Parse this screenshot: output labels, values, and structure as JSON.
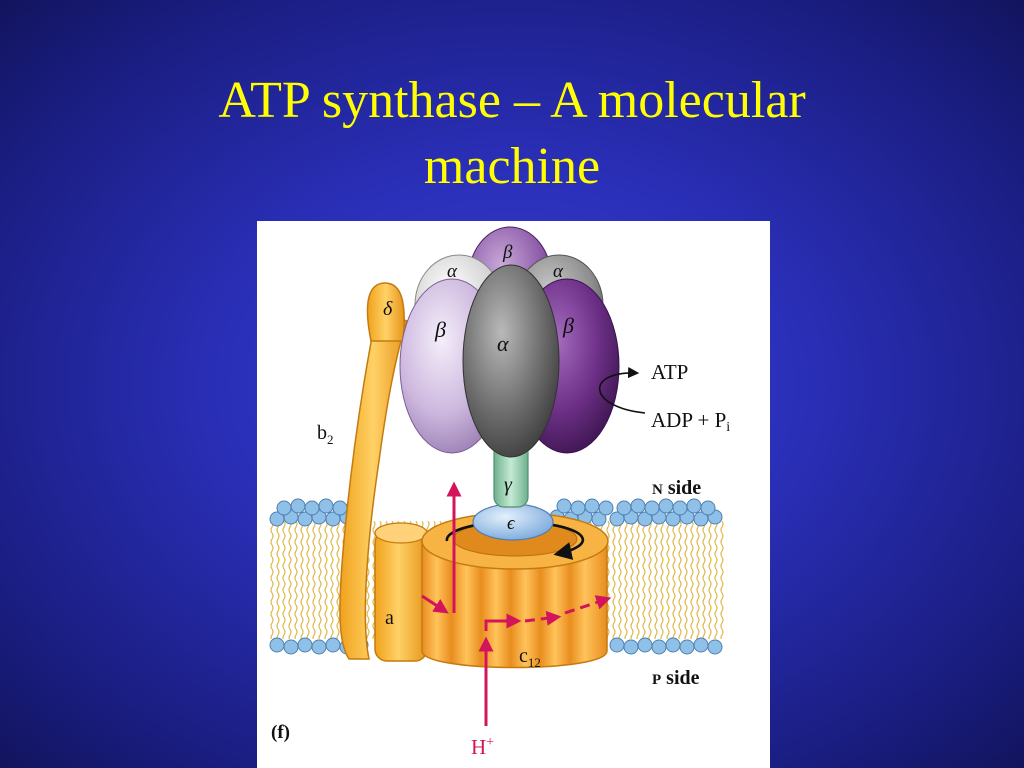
{
  "slide": {
    "title_line1": "ATP synthase – A molecular",
    "title_line2": "machine"
  },
  "figure": {
    "panel_label": "(f)",
    "labels": {
      "beta_top": "β",
      "alpha_left": "α",
      "alpha_right": "α",
      "beta_left": "β",
      "beta_right": "β",
      "alpha_front": "α",
      "delta": "δ",
      "b": "b",
      "b_sub": "2",
      "gamma": "γ",
      "epsilon": "ϵ",
      "a": "a",
      "c": "c",
      "c_sub": "12",
      "atp": "ATP",
      "adp": "ADP + P",
      "adp_sub": "i",
      "n_side_letter": "N",
      "n_side_word": " side",
      "p_side_letter": "P",
      "p_side_word": " side",
      "h_plus": "H",
      "h_plus_sup": "+"
    },
    "colors": {
      "background": "#2a2fb8",
      "title": "#ffff00",
      "beta": "#d8c8e6",
      "beta_dark": "#6b2f86",
      "alpha_gray": "#8a8a8a",
      "stalk_orange": "#f5b52e",
      "c_ring": "#f39a2a",
      "gamma_stalk": "#9ed3b4",
      "epsilon": "#9cc4ec",
      "lipid_head": "#8fc0e8",
      "proton_arrow": "#d4145a"
    }
  }
}
